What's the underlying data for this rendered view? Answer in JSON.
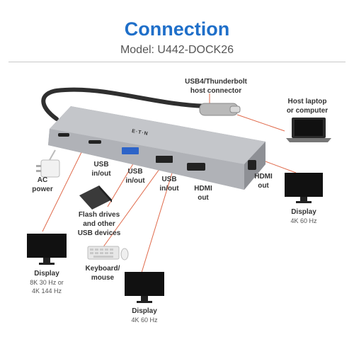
{
  "title": "Connection",
  "model": "Model: U442-DOCK26",
  "labels": {
    "host_connector": [
      "USB4/Thunderbolt",
      "host connector"
    ],
    "host_laptop": [
      "Host laptop",
      "or computer"
    ],
    "ac_power": [
      "AC",
      "power"
    ],
    "usb1": [
      "USB",
      "in/out"
    ],
    "usb2": [
      "USB",
      "in/out"
    ],
    "usb3": [
      "USB",
      "in/out"
    ],
    "hdmi_out_port": [
      "HDMI",
      "out"
    ],
    "hdmi_out_side": [
      "HDMI",
      "out"
    ],
    "flash": [
      "Flash drives",
      "and other",
      "USB devices"
    ],
    "keyboard": [
      "Keyboard/",
      "mouse"
    ],
    "display_right": "Display",
    "display_right_spec": "4K 60 Hz",
    "display_left": "Display",
    "display_left_spec": [
      "8K 30 Hz or",
      "4K 144 Hz"
    ],
    "display_bottom": "Display",
    "display_bottom_spec": "4K 60 Hz"
  },
  "brand": "E·T·N",
  "colors": {
    "title": "#1f6fc9",
    "lead": "#e06a4b"
  }
}
